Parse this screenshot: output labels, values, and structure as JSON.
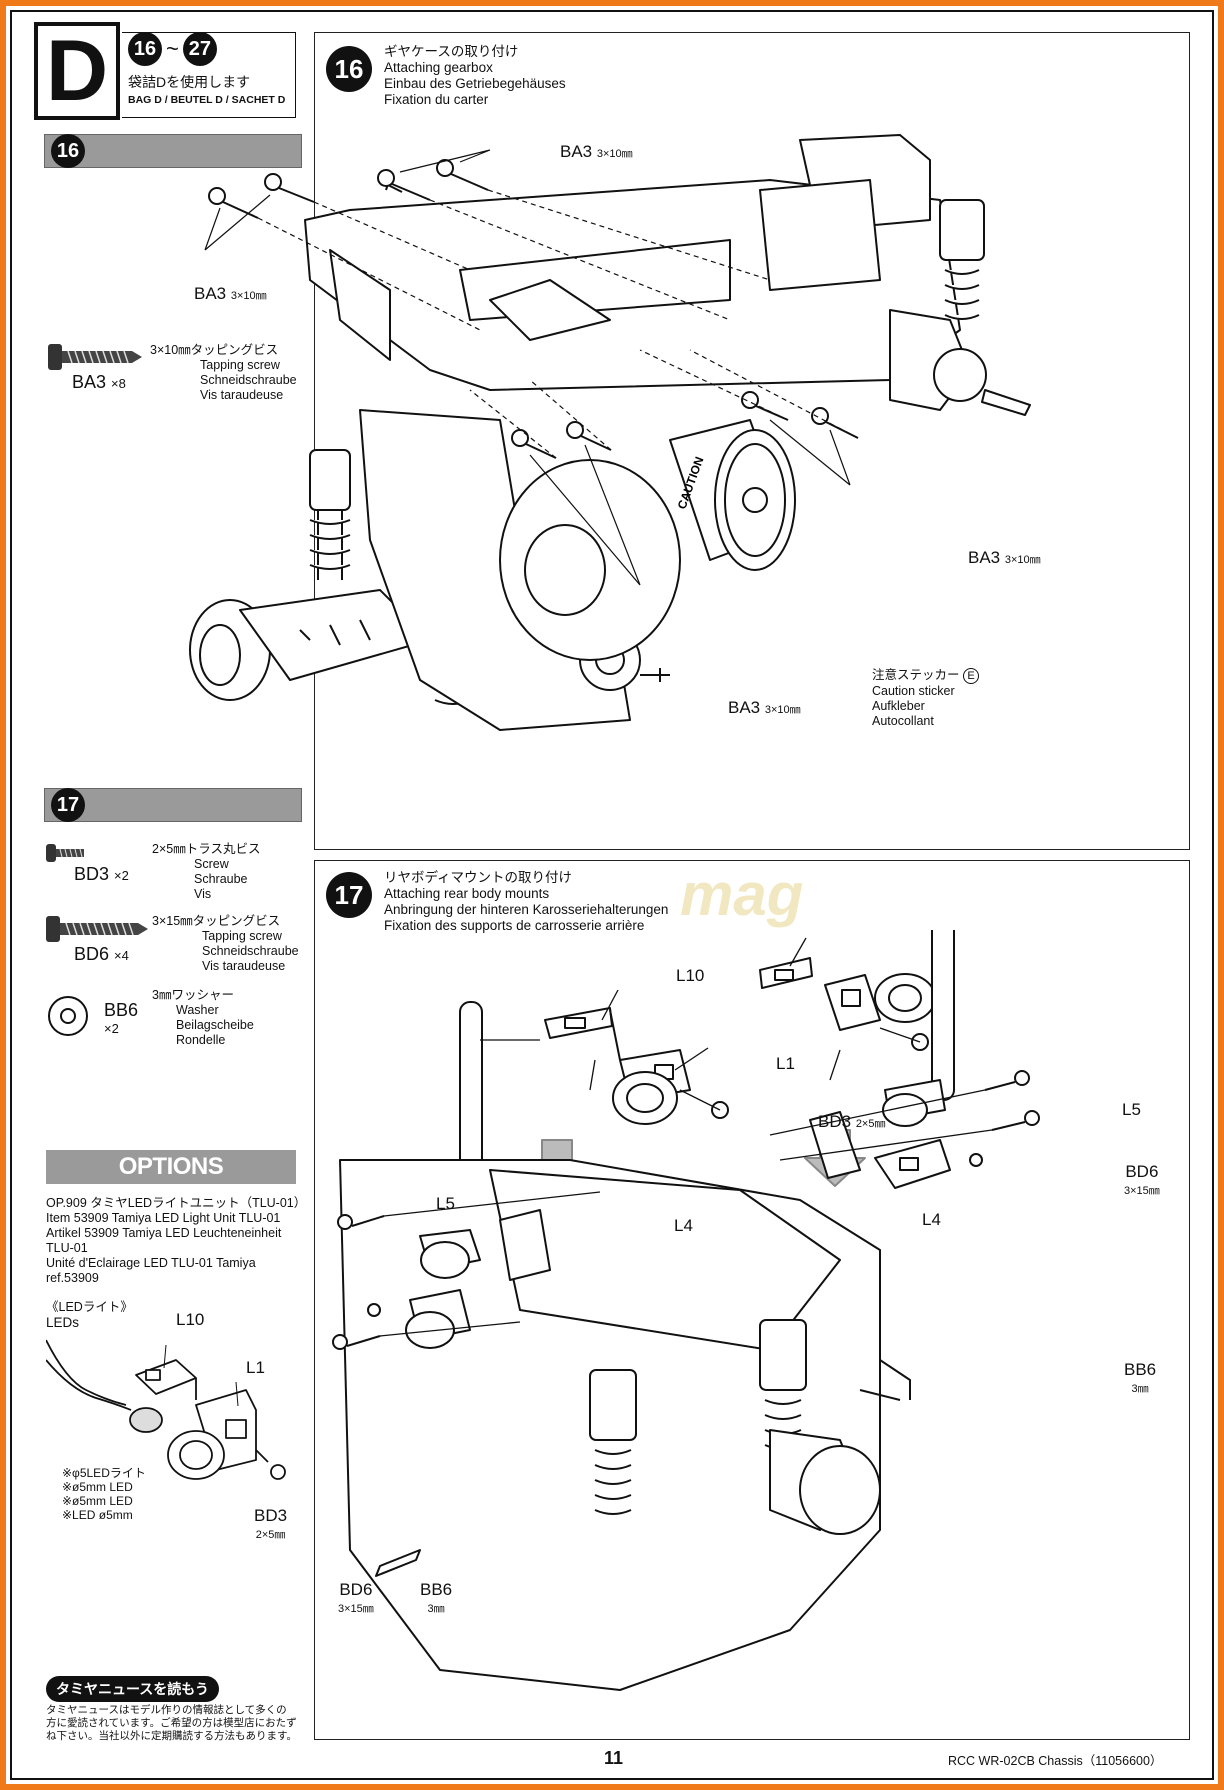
{
  "header": {
    "bag_letter": "D",
    "step_from": "16",
    "step_to": "27",
    "bag_jp": "袋詰Dを使用します",
    "bag_en": "BAG D / BEUTEL D / SACHET D"
  },
  "step16": {
    "number": "16",
    "titles": [
      "ギヤケースの取り付け",
      "Attaching gearbox",
      "Einbau des Getriebegehäuses",
      "Fixation du carter"
    ],
    "part": {
      "code": "BA3",
      "qty": "×8",
      "desc": [
        "3×10㎜タッピングビス",
        "Tapping screw",
        "Schneidschraube",
        "Vis taraudeuse"
      ]
    },
    "callouts": [
      {
        "code": "BA3",
        "size": "3×10㎜"
      },
      {
        "code": "BA3",
        "size": "3×10㎜"
      },
      {
        "code": "BA3",
        "size": "3×10㎜"
      },
      {
        "code": "BA3",
        "size": "3×10㎜"
      }
    ],
    "sticker": [
      "注意ステッカー",
      "E",
      "Caution sticker",
      "Aufkleber",
      "Autocollant"
    ],
    "motor_text": "CAUTION"
  },
  "step17": {
    "number": "17",
    "titles": [
      "リヤボディマウントの取り付け",
      "Attaching rear body mounts",
      "Anbringung der hinteren Karosseriehalterungen",
      "Fixation des supports de carrosserie arrière"
    ],
    "parts": [
      {
        "code": "BD3",
        "qty": "×2",
        "desc": [
          "2×5㎜トラス丸ビス",
          "Screw",
          "Schraube",
          "Vis"
        ]
      },
      {
        "code": "BD6",
        "qty": "×4",
        "desc": [
          "3×15㎜タッピングビス",
          "Tapping screw",
          "Schneidschraube",
          "Vis taraudeuse"
        ]
      },
      {
        "code": "BB6",
        "qty": "×2",
        "desc": [
          "3㎜ワッシャー",
          "Washer",
          "Beilagscheibe",
          "Rondelle"
        ]
      }
    ],
    "labels": {
      "l10": "L10",
      "l1": "L1",
      "l5a": "L5",
      "l5b": "L5",
      "l4a": "L4",
      "l4b": "L4",
      "bd3": "BD3",
      "bd3_size": "2×5㎜",
      "bd6a": "BD6",
      "bd6a_size": "3×15㎜",
      "bd6b": "BD6",
      "bd6b_size": "3×15㎜",
      "bb6a": "BB6",
      "bb6a_size": "3㎜",
      "bb6b": "BB6",
      "bb6b_size": "3㎜"
    }
  },
  "options": {
    "title": "OPTIONS",
    "lines": [
      "OP.909 タミヤLEDライトユニット（TLU-01）",
      "Item 53909 Tamiya LED Light Unit TLU-01",
      "Artikel 53909 Tamiya LED Leuchteneinheit",
      "TLU-01",
      "Unité d'Eclairage LED TLU-01 Tamiya",
      "ref.53909"
    ],
    "led_jp": "《LEDライト》",
    "led_en": "LEDs",
    "diagram": {
      "l10": "L10",
      "l1": "L1",
      "bd3": "BD3",
      "bd3_size": "2×5㎜",
      "led_notes": [
        "※φ5LEDライト",
        "※ø5mm LED",
        "※ø5mm LED",
        "※LED ø5mm"
      ]
    }
  },
  "news": {
    "title": "タミヤニュースを読もう",
    "body": [
      "タミヤニュースはモデル作りの情報誌として多くの",
      "方に愛読されています。ご希望の方は模型店におたず",
      "ね下さい。当社以外に定期購読する方法もあります。"
    ]
  },
  "footer": {
    "page": "11",
    "model": "RCC WR-02CB Chassis（11056600）"
  },
  "watermark": "mag"
}
